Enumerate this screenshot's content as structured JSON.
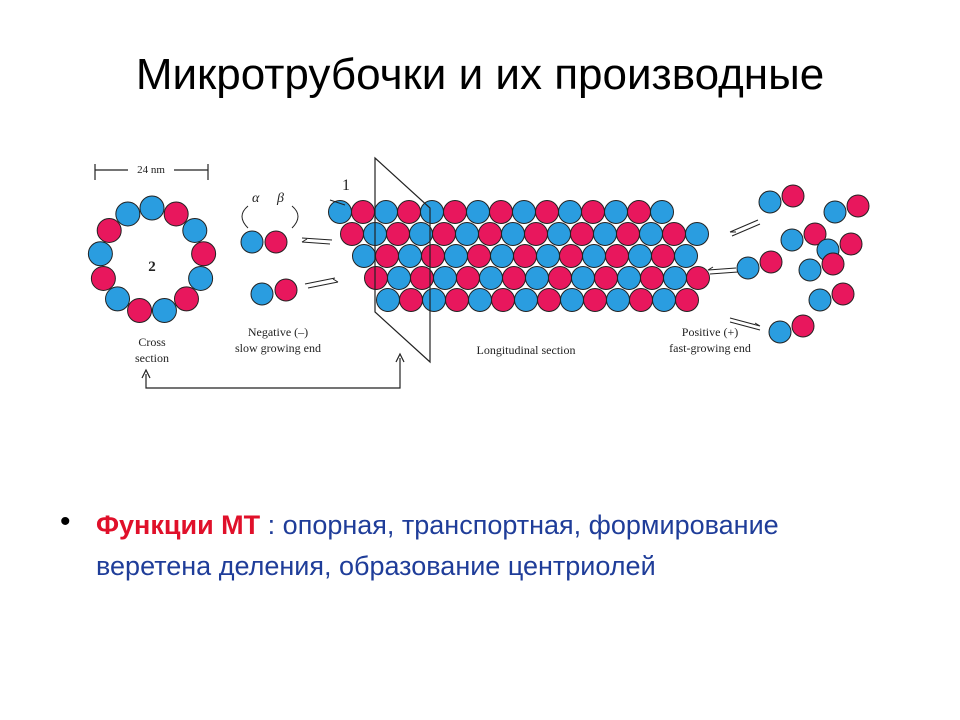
{
  "slide": {
    "title": "Микротрубочки и их производные"
  },
  "diagram": {
    "scale_label": "24 nm",
    "label_1": "1",
    "label_2": "2",
    "alpha": "α",
    "beta": "β",
    "cross_line1": "Cross",
    "cross_line2": "section",
    "neg_line1": "Negative (–)",
    "neg_line2": "slow growing end",
    "long_label": "Longitudinal section",
    "pos_line1": "Positive (+)",
    "pos_line2": "fast-growing end",
    "colors": {
      "alpha_subunit": "#e8175d",
      "beta_subunit": "#2a9de0",
      "outline": "#222222"
    }
  },
  "bullet": {
    "key": "Функции МТ",
    "text": " : опорная, транспортная, формирование веретена деления, образование центриолей"
  }
}
